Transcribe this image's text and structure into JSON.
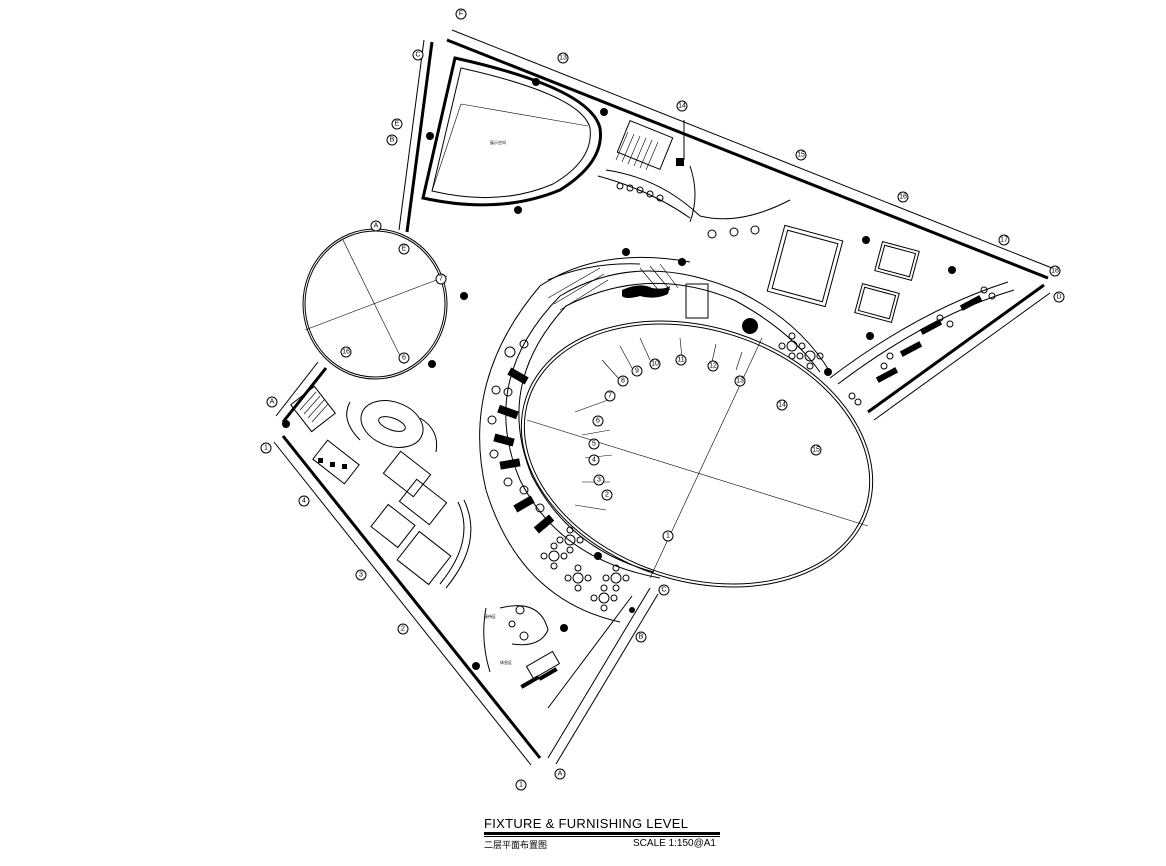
{
  "drawing": {
    "title": "FIXTURE & FURNISHING LEVEL",
    "subtitle": "二层平面布置图",
    "scale": "SCALE  1:150@A1"
  },
  "grid_tags": [
    "F",
    "C",
    "E",
    "B",
    "A",
    "A",
    "1",
    "2",
    "3",
    "4",
    "C",
    "B",
    "A",
    "1",
    "13",
    "14",
    "15",
    "16",
    "17",
    "18",
    "1",
    "2",
    "3",
    "4",
    "5",
    "6",
    "7",
    "8",
    "9",
    "10",
    "11",
    "12",
    "13",
    "14",
    "15",
    "16",
    "7",
    "6",
    "E",
    "D"
  ]
}
